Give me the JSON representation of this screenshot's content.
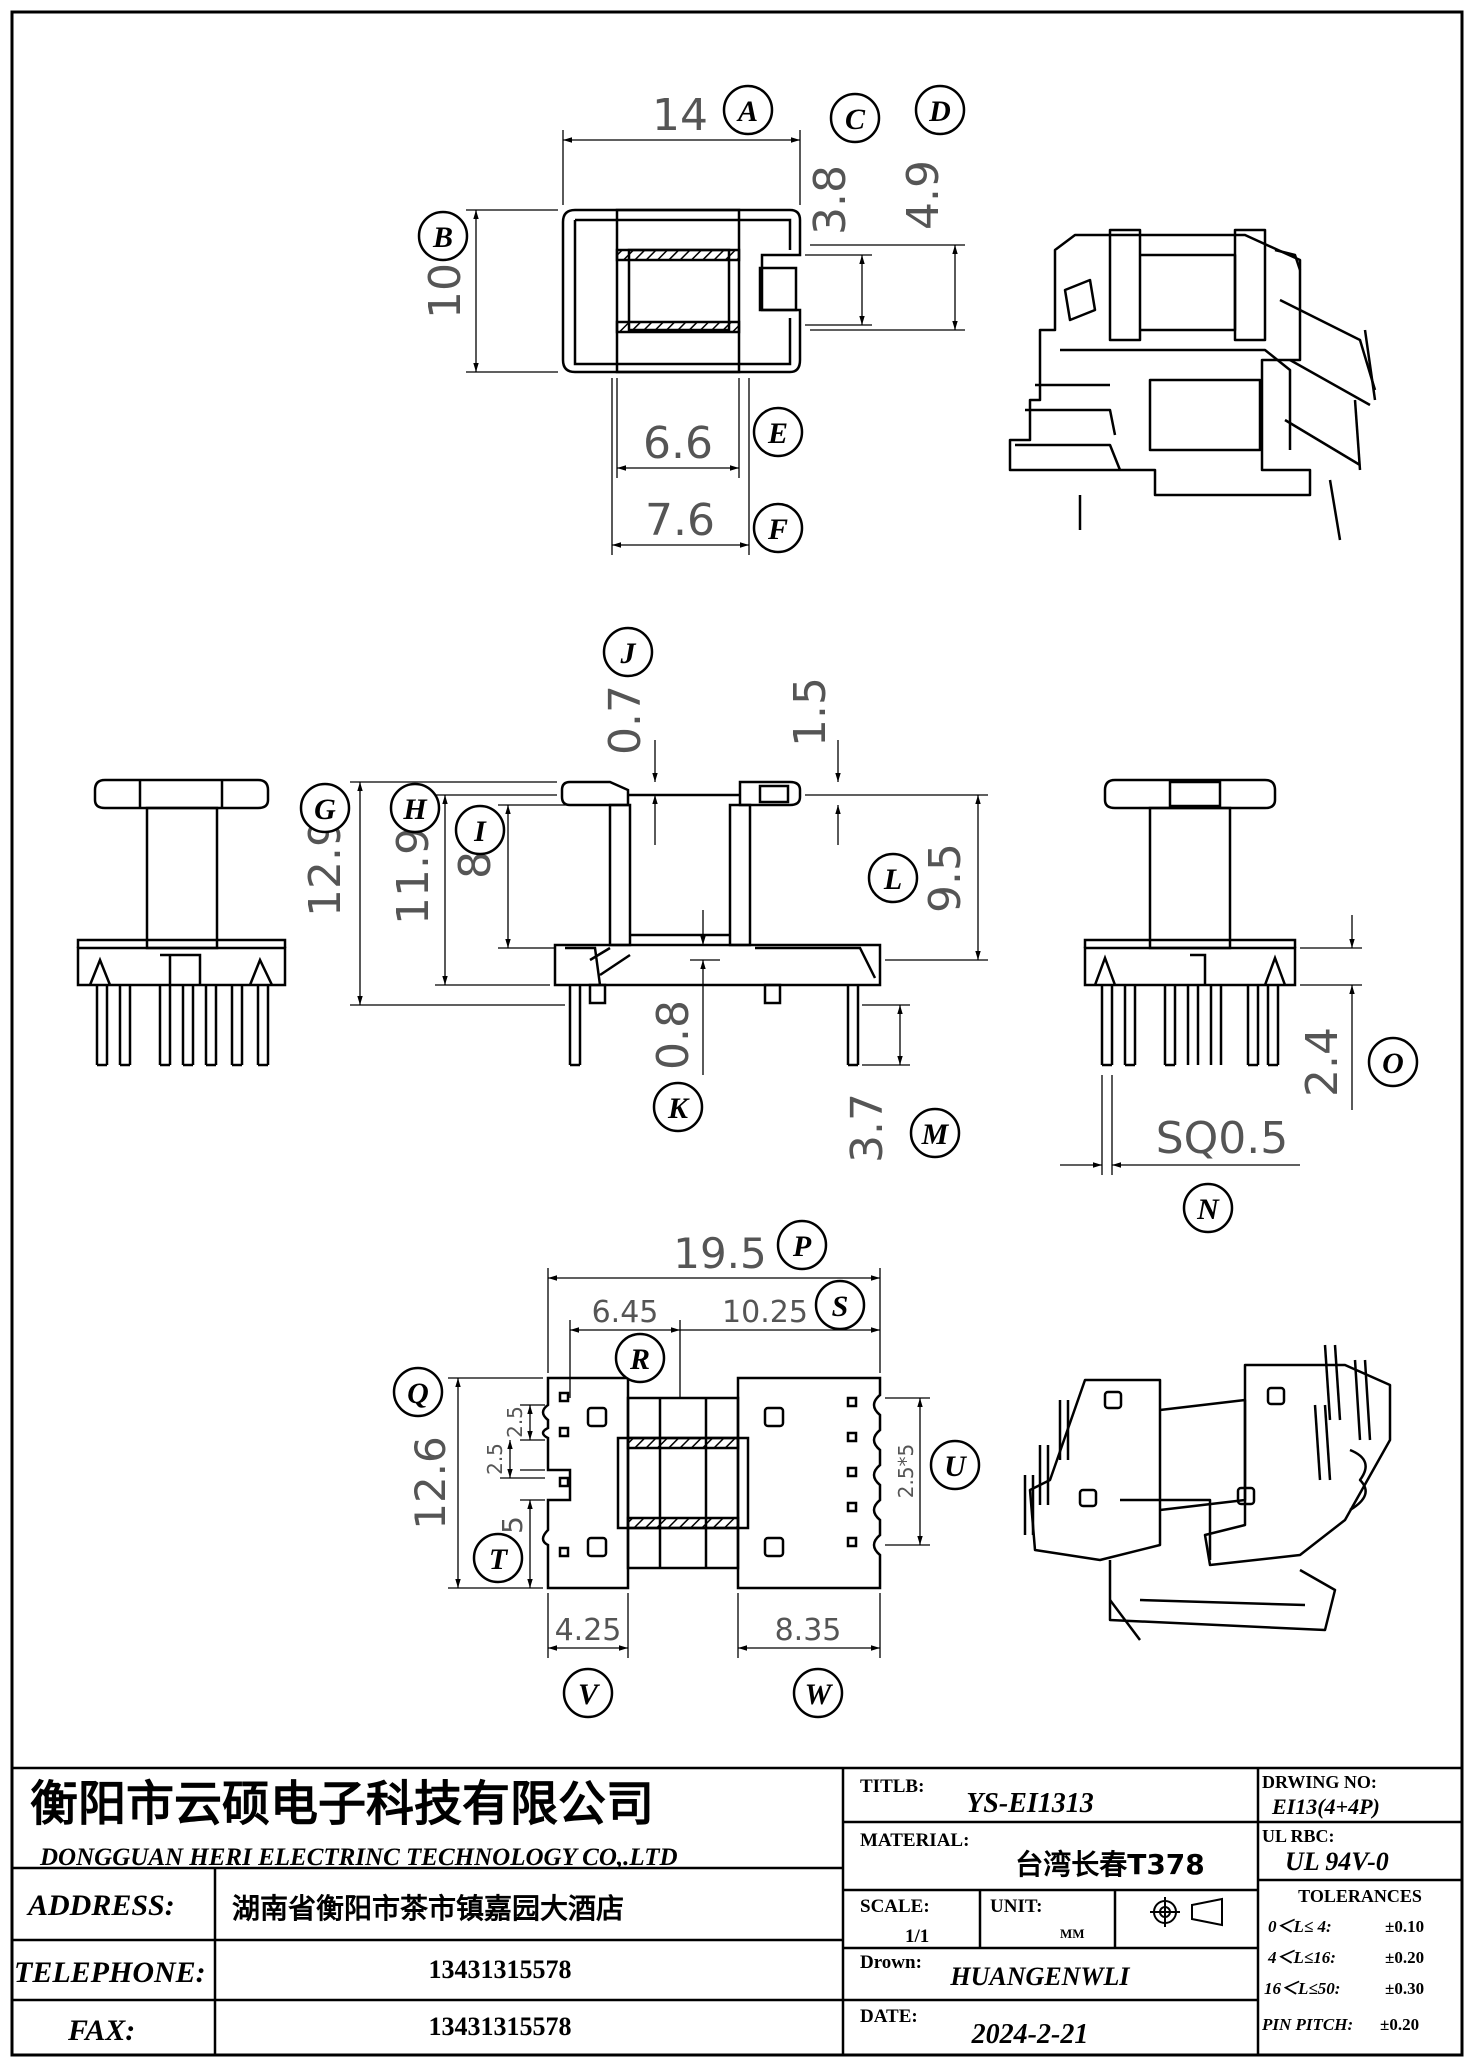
{
  "dimensions": {
    "A": {
      "letter": "A",
      "value": "14"
    },
    "B": {
      "letter": "B",
      "value": "10"
    },
    "C": {
      "letter": "C",
      "value": "3.8"
    },
    "D": {
      "letter": "D",
      "value": "4.9"
    },
    "E": {
      "letter": "E",
      "value": "6.6"
    },
    "F": {
      "letter": "F",
      "value": "7.6"
    },
    "G": {
      "letter": "G",
      "value": "12.9"
    },
    "H": {
      "letter": "H",
      "value": "11.9"
    },
    "I": {
      "letter": "I",
      "value": "8"
    },
    "J": {
      "letter": "J",
      "value": "0.7"
    },
    "K": {
      "letter": "K",
      "value": "0.8"
    },
    "L": {
      "letter": "L",
      "value": "9.5"
    },
    "M": {
      "letter": "M",
      "value": "3.7"
    },
    "N": {
      "letter": "N",
      "value": "SQ0.5"
    },
    "O": {
      "letter": "O",
      "value": "2.4"
    },
    "P": {
      "letter": "P",
      "value": "19.5"
    },
    "Q": {
      "letter": "Q",
      "value": "12.6"
    },
    "R": {
      "letter": "R",
      "value": "6.45"
    },
    "S": {
      "letter": "S",
      "value": "10.25"
    },
    "T": {
      "letter": "T",
      "value": "5"
    },
    "U": {
      "letter": "U",
      "value": "2.5*5"
    },
    "V": {
      "letter": "V",
      "value": "4.25"
    },
    "W": {
      "letter": "W",
      "value": "8.35"
    }
  },
  "extra_dims": {
    "top_pitch": "1.5",
    "pin_a": "2.5",
    "pin_b": "2.5"
  },
  "title_block": {
    "company_cn": "衡阳市云硕电子科技有限公司",
    "company_en": "DONGGUAN HERI ELECTRINC TECHNOLOGY CO,.LTD",
    "address_label": "ADDRESS:",
    "address_value": "湖南省衡阳市茶市镇嘉园大酒店",
    "telephone_label": "TELEPHONE:",
    "telephone_value": "13431315578",
    "fax_label": "FAX:",
    "fax_value": "13431315578",
    "title_label": "TITLB:",
    "title_value": "YS-EI1313",
    "material_label": "MATERIAL:",
    "material_value": "台湾长春T378",
    "scale_label": "SCALE:",
    "scale_value": "1/1",
    "unit_label": "UNIT:",
    "unit_value": "MM",
    "drawn_label": "Drown:",
    "drawn_value": "HUANGENWLI",
    "date_label": "DATE:",
    "date_value": "2024-2-21",
    "drawing_no_label": "DRWING NO:",
    "drawing_no_value": "EI13(4+4P)",
    "ul_label": "UL RBC:",
    "ul_value": "UL 94V-0",
    "tolerances_label": "TOLERANCES",
    "tolerances": [
      {
        "range": "0＜L≤ 4:",
        "value": "±0.10"
      },
      {
        "range": "4＜L≤16:",
        "value": "±0.20"
      },
      {
        "range": "16＜L≤50:",
        "value": "±0.30"
      },
      {
        "range": "PIN PITCH:",
        "value": "±0.20"
      }
    ]
  }
}
